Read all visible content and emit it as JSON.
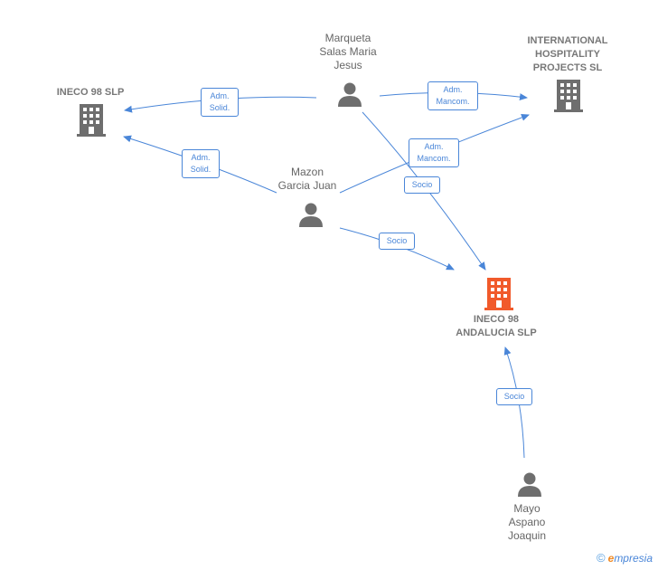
{
  "nodes": {
    "marqueta": {
      "label_lines": [
        "Marqueta",
        "Salas Maria",
        "Jesus"
      ],
      "type": "person"
    },
    "international": {
      "label_lines": [
        "INTERNATIONAL",
        "HOSPITALITY",
        "PROJECTS SL"
      ],
      "type": "company"
    },
    "ineco98slp": {
      "label_lines": [
        "INECO 98 SLP"
      ],
      "type": "company"
    },
    "mazon": {
      "label_lines": [
        "Mazon",
        "Garcia Juan"
      ],
      "type": "person"
    },
    "andalucia": {
      "label_lines": [
        "INECO 98",
        "ANDALUCIA SLP"
      ],
      "type": "company",
      "focus": true
    },
    "mayo": {
      "label_lines": [
        "Mayo",
        "Aspano",
        "Joaquin"
      ],
      "type": "person"
    }
  },
  "edges": {
    "e1": {
      "label_lines": [
        "Adm.",
        "Solid."
      ]
    },
    "e2": {
      "label_lines": [
        "Adm.",
        "Mancom."
      ]
    },
    "e3": {
      "label_lines": [
        "Adm.",
        "Solid."
      ]
    },
    "e4": {
      "label_lines": [
        "Adm.",
        "Mancom."
      ]
    },
    "e5": {
      "label_lines": [
        "Socio"
      ]
    },
    "e6": {
      "label_lines": [
        "Socio"
      ]
    },
    "e7": {
      "label_lines": [
        "Socio"
      ]
    }
  },
  "colors": {
    "edge": "#4a86d8",
    "icon_gray": "#6e6e6e",
    "icon_focus": "#f15a2b",
    "label_gray": "#666666"
  },
  "icons": {
    "person": "person-icon",
    "company": "building-icon"
  },
  "footer": {
    "copyright": "©",
    "brand_first": "e",
    "brand_rest": "mpresia"
  }
}
